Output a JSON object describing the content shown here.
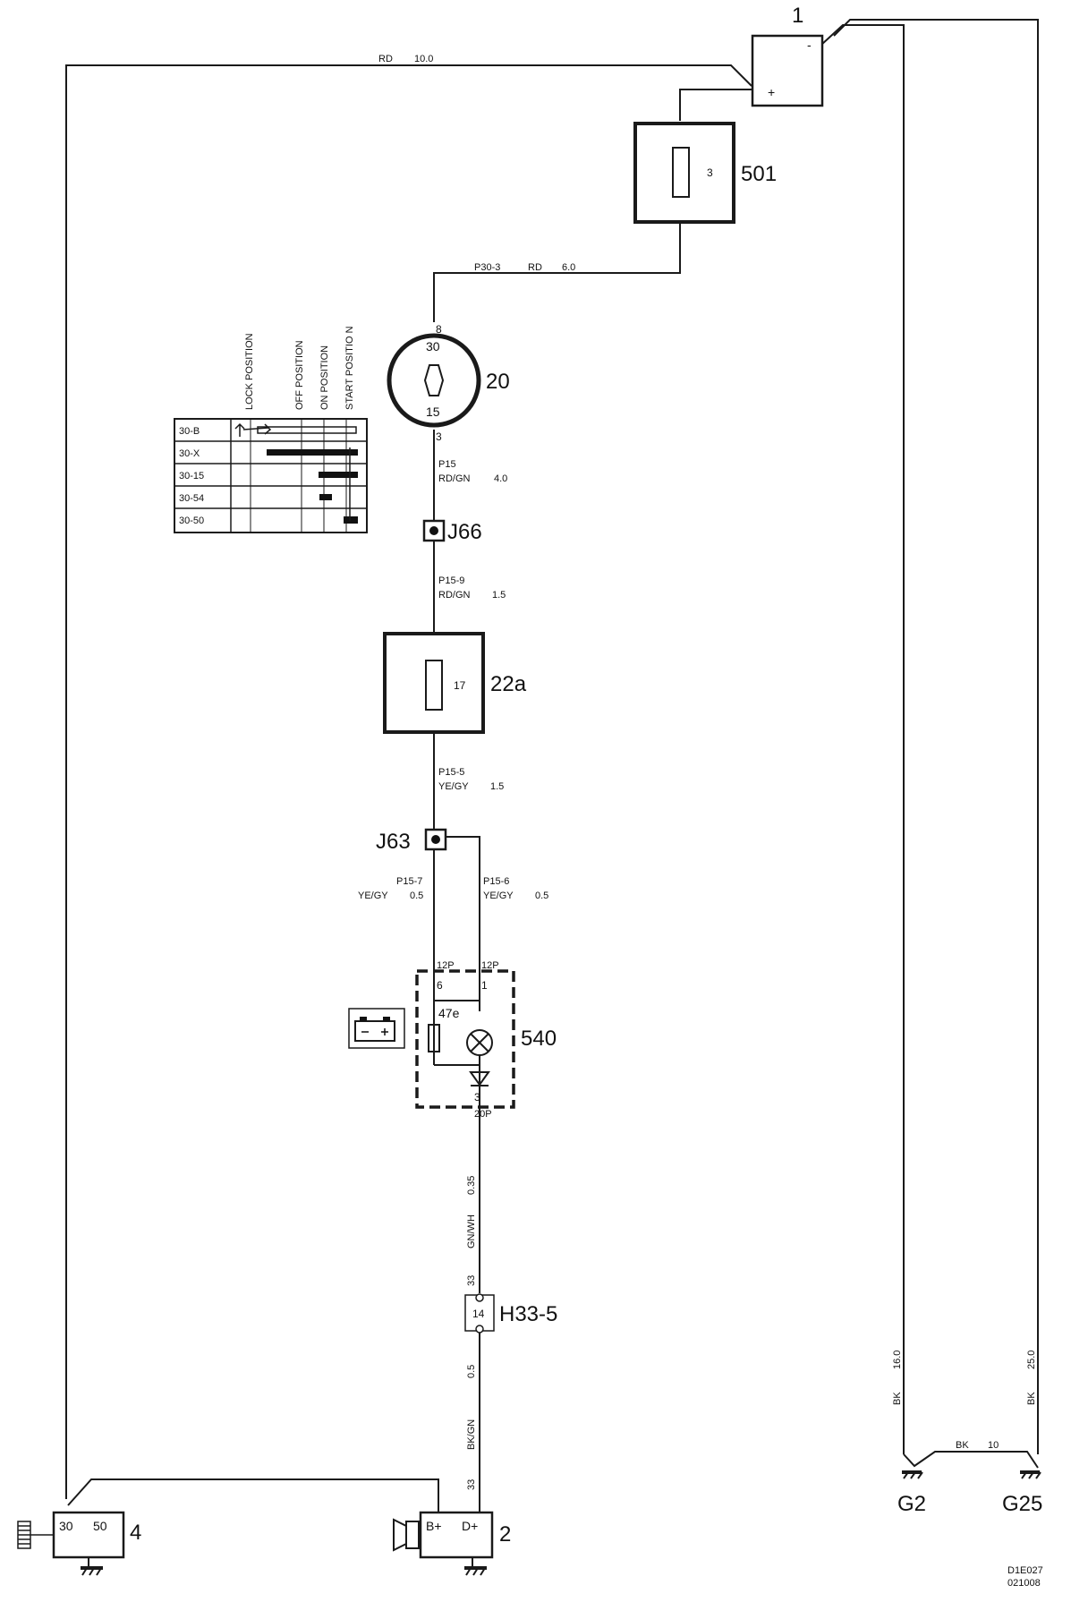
{
  "components": {
    "battery": {
      "number": "1",
      "plus": "+",
      "minus": "-"
    },
    "fuse_box_501": {
      "label": "501",
      "fuse": "3"
    },
    "ignition_switch": {
      "label": "20",
      "term_top": "30",
      "term_bottom": "15",
      "pin_top": "8",
      "pin_bottom": "3"
    },
    "splice_j66": {
      "label": "J66"
    },
    "fuse_box_22a": {
      "label": "22a",
      "fuse": "17"
    },
    "splice_j63": {
      "label": "J63"
    },
    "instrument_540": {
      "label": "540",
      "sub": "47e",
      "pin_left_conn": "12P",
      "pin_right_conn": "12P",
      "pin_left": "6",
      "pin_right": "1",
      "pin_bottom": "3",
      "bottom_conn": "20P"
    },
    "connector_h33": {
      "label": "H33-5",
      "pin": "14",
      "top_pin": "33",
      "bottom_pin": "33"
    },
    "starter": {
      "number": "4",
      "term_a": "30",
      "term_b": "50"
    },
    "alternator": {
      "number": "2",
      "term_a": "B+",
      "term_b": "D+"
    },
    "ground_g2": {
      "label": "G2"
    },
    "ground_g25": {
      "label": "G25"
    }
  },
  "wires": {
    "battery_starter": {
      "circuit": "RD",
      "size": "10.0"
    },
    "fuse_to_ign": {
      "circuit": "P30-3",
      "color": "RD",
      "size": "6.0"
    },
    "ign_out": {
      "circuit": "P15",
      "color": "RD/GN",
      "size": "4.0"
    },
    "j66_out": {
      "circuit": "P15-9",
      "color": "RD/GN",
      "size": "1.5"
    },
    "f17_out": {
      "circuit": "P15-5",
      "color": "YE/GY",
      "size": "1.5"
    },
    "j63_left": {
      "circuit": "P15-7",
      "color": "YE/GY",
      "size": "0.5"
    },
    "j63_right": {
      "circuit": "P15-6",
      "color": "YE/GY",
      "size": "0.5"
    },
    "to_h33": {
      "color": "GN/WH",
      "size": "0.35"
    },
    "to_alt": {
      "color": "BK/GN",
      "size": "0.5"
    },
    "gnd_g2": {
      "color": "BK",
      "size": "16.0"
    },
    "gnd_g25": {
      "color": "BK",
      "size": "25.0"
    },
    "gnd_bridge": {
      "color": "BK",
      "size": "10"
    }
  },
  "switch_table": {
    "headers": [
      "LOCK POSITION",
      "OFF POSITION",
      "ON POSITION",
      "START POSITIO N"
    ],
    "rows": [
      "30-B",
      "30-X",
      "30-15",
      "30-54",
      "30-50"
    ]
  },
  "footer": {
    "ref": "D1E027",
    "date": "021008"
  }
}
